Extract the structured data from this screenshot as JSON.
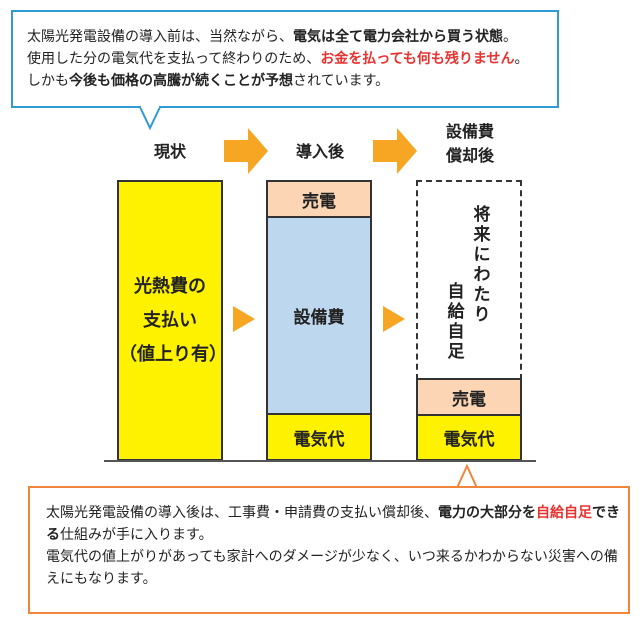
{
  "top_callout": {
    "line1_pre": "太陽光発電設備の導入前は、当然ながら、",
    "line1_bold": "電気は全て電力会社から買う状態",
    "line1_post": "。",
    "line2_pre": "使用した分の電気代を支払って終わりのため、",
    "line2_red": "お金を払っても何も残りません",
    "line2_post": "。",
    "line3_pre": "しかも",
    "line3_bold": "今後も価格の高騰が続くことが予想",
    "line3_post": "されています。"
  },
  "columns": {
    "current": {
      "heading": "現状",
      "bar_line1": "光熱費の",
      "bar_line2": "支払い",
      "bar_line3": "（値上り有）"
    },
    "after_install": {
      "heading": "導入後",
      "top": "売電",
      "middle": "設備費",
      "bottom": "電気代"
    },
    "after_payoff": {
      "heading_line1": "設備費",
      "heading_line2": "償却後",
      "future_col1": "将来にわたり",
      "future_col2": "自給自足",
      "top": "売電",
      "bottom": "電気代"
    }
  },
  "bottom_callout": {
    "p1_pre": "太陽光発電設備の導入後は、工事費・申請費の支払い償却後、",
    "p1_bold1": "電力の大部分を",
    "p1_red": "自給自足",
    "p1_bold2": "できる",
    "p1_post": "仕組みが手に入ります。",
    "p2": "電気代の値上がりがあっても家計へのダメージが少なく、いつ来るかわからない災害への備えにもなります。"
  },
  "colors": {
    "blue_border": "#2e9bd6",
    "orange_border": "#f0853b",
    "arrow": "#f6a623",
    "red_text": "#e8322f",
    "yellow": "#fff200",
    "peach": "#fcd5b5",
    "light_blue": "#bdd7ee"
  }
}
